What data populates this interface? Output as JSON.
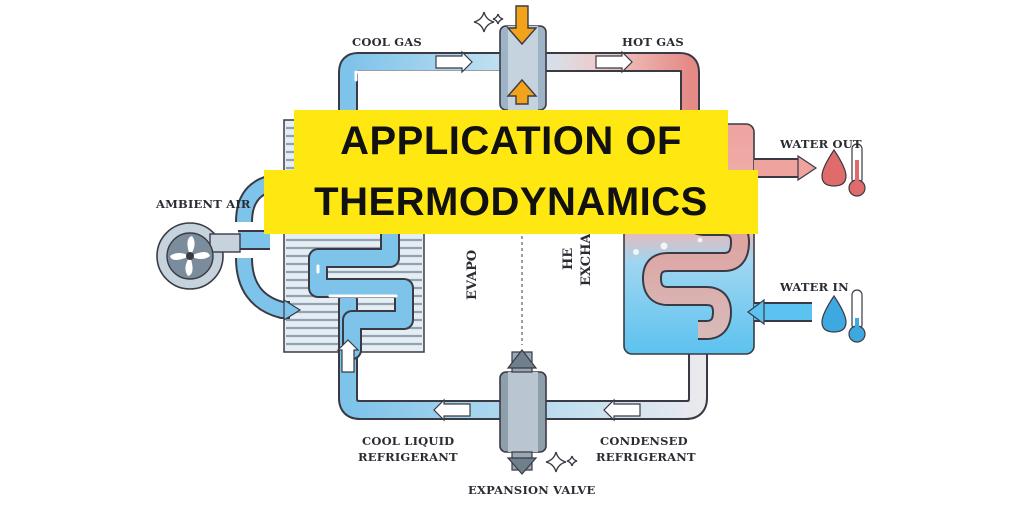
{
  "title": {
    "line1": "APPLICATION OF",
    "line2": "THERMODYNAMICS"
  },
  "labels": {
    "cool_gas": "COOL GAS",
    "hot_gas": "HOT GAS",
    "ambient_air": "AMBIENT AIR",
    "water_out": "WATER OUT",
    "water_in": "WATER IN",
    "cool_liquid_1": "COOL LIQUID",
    "cool_liquid_2": "REFRIGERANT",
    "condensed_1": "CONDENSED",
    "condensed_2": "REFRIGERANT",
    "expansion_valve": "EXPANSION VALVE",
    "evaporator": "EVAPO",
    "heat_exchanger_1": "HE",
    "heat_exchanger_2": "EXCHA"
  },
  "colors": {
    "banner": "#ffe812",
    "cold_pipe": "#7ec3ea",
    "hot_pipe": "#e58a86",
    "water_cold": "#5cc2ef",
    "water_hot": "#eea39f",
    "arrow_orange": "#f2a31a",
    "outline": "#3a3a44"
  },
  "icons": [
    "fan-icon",
    "water-drop-icon",
    "thermometer-icon",
    "sparkle-icon",
    "arrow-icon"
  ]
}
